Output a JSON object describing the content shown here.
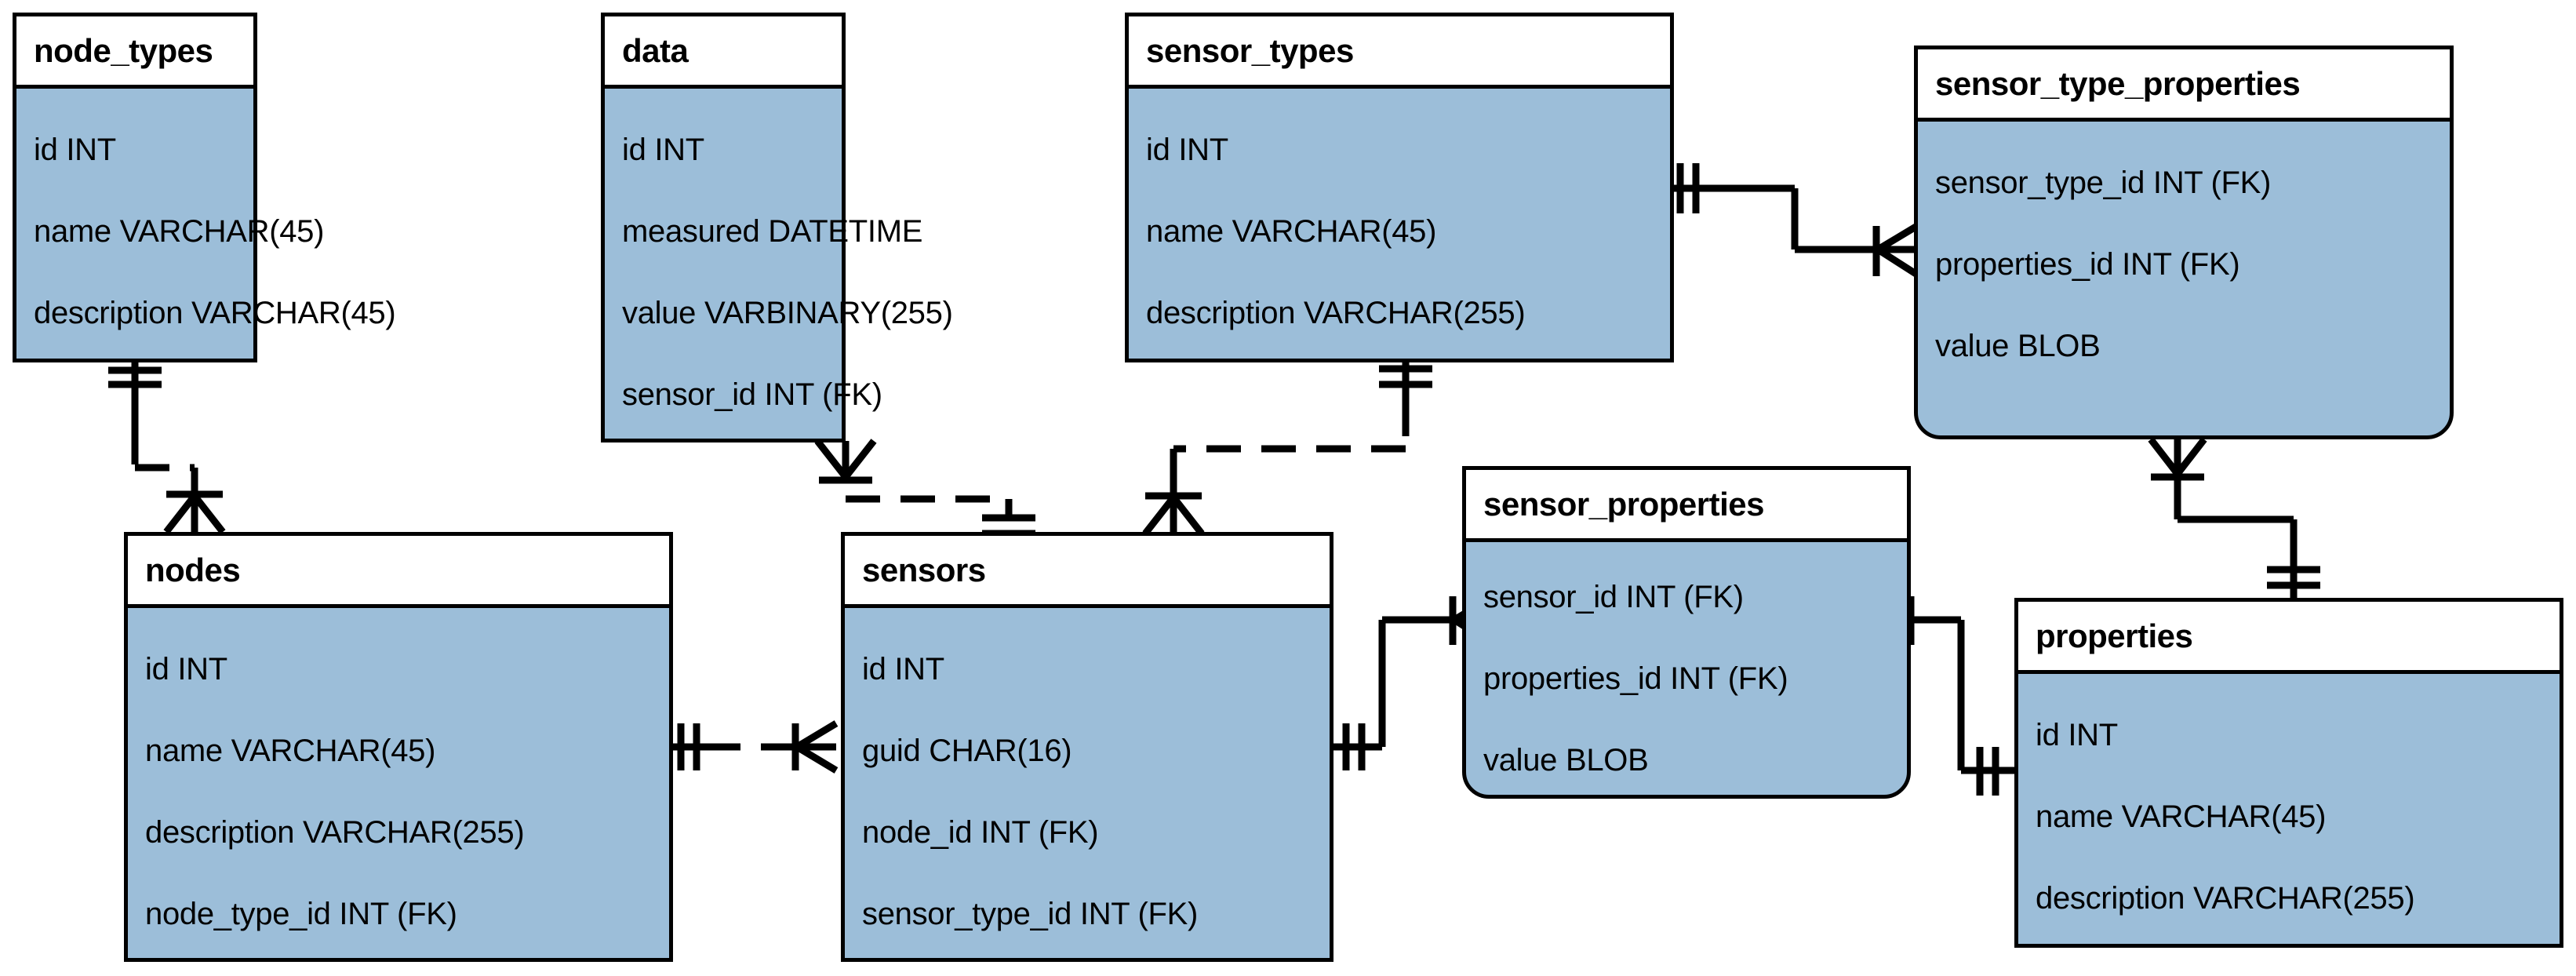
{
  "diagram": {
    "title": "Sensor network database ER diagram",
    "notation": "crow's foot",
    "colors": {
      "entity_fill": "#9cbed9",
      "header_fill": "#ffffff",
      "stroke": "#000000",
      "background": "#ffffff"
    }
  },
  "entities": [
    {
      "id": "node_types",
      "name": "node_types",
      "attributes": [
        "id INT",
        "name VARCHAR(45)",
        "description VARCHAR(45)"
      ],
      "rounded_bottom": false
    },
    {
      "id": "data",
      "name": "data",
      "attributes": [
        "id INT",
        "measured DATETIME",
        "value VARBINARY(255)",
        "sensor_id INT (FK)"
      ],
      "rounded_bottom": false
    },
    {
      "id": "sensor_types",
      "name": "sensor_types",
      "attributes": [
        "id INT",
        "name VARCHAR(45)",
        "description VARCHAR(255)"
      ],
      "rounded_bottom": false
    },
    {
      "id": "sensor_type_properties",
      "name": "sensor_type_properties",
      "attributes": [
        "sensor_type_id INT (FK)",
        "properties_id INT (FK)",
        "value BLOB"
      ],
      "rounded_bottom": true
    },
    {
      "id": "nodes",
      "name": "nodes",
      "attributes": [
        "id INT",
        "name VARCHAR(45)",
        "description VARCHAR(255)",
        "node_type_id INT (FK)"
      ],
      "rounded_bottom": false
    },
    {
      "id": "sensors",
      "name": "sensors",
      "attributes": [
        "id INT",
        "guid CHAR(16)",
        "node_id INT (FK)",
        "sensor_type_id INT (FK)"
      ],
      "rounded_bottom": false
    },
    {
      "id": "sensor_properties",
      "name": "sensor_properties",
      "attributes": [
        "sensor_id INT (FK)",
        "properties_id INT (FK)",
        "value BLOB"
      ],
      "rounded_bottom": true
    },
    {
      "id": "properties",
      "name": "properties",
      "attributes": [
        "id INT",
        "name VARCHAR(45)",
        "description VARCHAR(255)"
      ],
      "rounded_bottom": false
    }
  ],
  "relationships": [
    {
      "id": "node_types-nodes",
      "from": "node_types",
      "to": "nodes",
      "from_cardinality": "exactly-one",
      "to_cardinality": "one-or-many",
      "line_style": "dashed"
    },
    {
      "id": "data-sensors",
      "from": "data",
      "to": "sensors",
      "from_cardinality": "zero-or-many",
      "to_cardinality": "exactly-one",
      "line_style": "dashed"
    },
    {
      "id": "sensor_types-sensors",
      "from": "sensor_types",
      "to": "sensors",
      "from_cardinality": "exactly-one",
      "to_cardinality": "one-or-many",
      "line_style": "dashed"
    },
    {
      "id": "sensor_types-sensor_type_properties",
      "from": "sensor_types",
      "to": "sensor_type_properties",
      "from_cardinality": "exactly-one",
      "to_cardinality": "one-or-many",
      "line_style": "solid"
    },
    {
      "id": "nodes-sensors",
      "from": "nodes",
      "to": "sensors",
      "from_cardinality": "exactly-one",
      "to_cardinality": "one-or-many",
      "line_style": "dashed"
    },
    {
      "id": "sensors-sensor_properties",
      "from": "sensors",
      "to": "sensor_properties",
      "from_cardinality": "exactly-one",
      "to_cardinality": "one-or-many",
      "line_style": "solid"
    },
    {
      "id": "sensor_properties-properties",
      "from": "sensor_properties",
      "to": "properties",
      "from_cardinality": "one-or-many",
      "to_cardinality": "exactly-one",
      "line_style": "solid"
    },
    {
      "id": "sensor_type_properties-properties",
      "from": "sensor_type_properties",
      "to": "properties",
      "from_cardinality": "one-or-many",
      "to_cardinality": "exactly-one",
      "line_style": "solid"
    }
  ]
}
